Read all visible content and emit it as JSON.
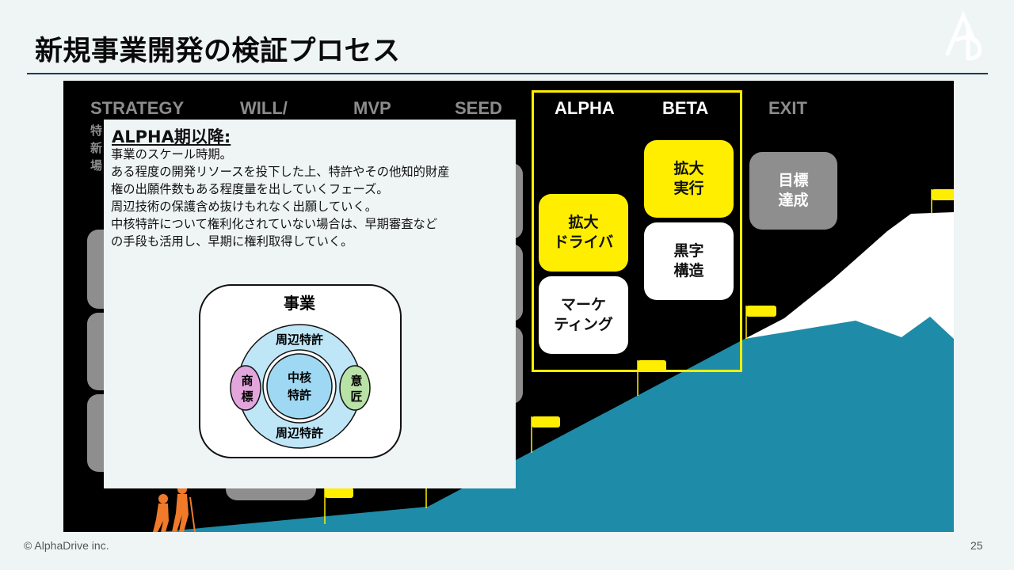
{
  "slide": {
    "title": "新規事業開発の検証プロセス",
    "page_number": "25",
    "copyright": "© AlphaDrive inc."
  },
  "stages": [
    {
      "label": "STRATEGY"
    },
    {
      "label": "WILL/"
    },
    {
      "label": "MVP"
    },
    {
      "label": "SEED"
    },
    {
      "label": "ALPHA"
    },
    {
      "label": "BETA"
    },
    {
      "label": "EXIT"
    }
  ],
  "strategy_partial_text": [
    "特",
    "新",
    "場"
  ],
  "boxes": {
    "alpha_drive": "拡大\nドライバ",
    "alpha_marketing": "マーケ\nティング",
    "beta_execute": "拡大\n実行",
    "beta_profit": "黒字\n構造",
    "exit_goal": "目標\n達成"
  },
  "callout": {
    "heading": "ALPHA期以降:",
    "lines": [
      "事業のスケール時期。",
      "ある程度の開発リソースを投下した上、特許やその他知的財産",
      "権の出願件数もある程度量を出していくフェーズ。",
      "周辺技術の保護含め抜けもれなく出願していく。",
      "中核特許について権利化されていない場合は、早期審査など",
      "の手段も活用し、早期に権利取得していく。"
    ],
    "diagram": {
      "outer_label": "事業",
      "ring_top": "周辺特許",
      "ring_bottom": "周辺特許",
      "core": "中核\n特許",
      "left": "商\n標",
      "right": "意\n匠"
    }
  },
  "colors": {
    "accent_yellow": "#ffee00",
    "mountain_teal": "#1e8ba8",
    "panel_black": "#000000",
    "climber_orange": "#f07a2a"
  }
}
